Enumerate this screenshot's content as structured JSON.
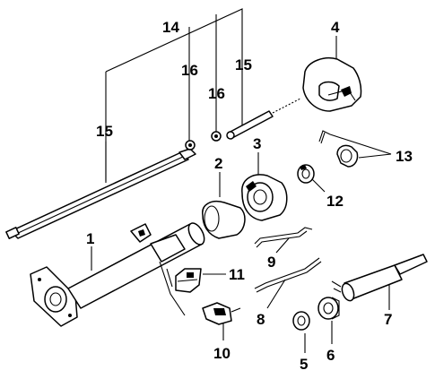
{
  "diagram": {
    "callouts": [
      {
        "id": "1",
        "text": "1"
      },
      {
        "id": "2",
        "text": "2"
      },
      {
        "id": "3",
        "text": "3"
      },
      {
        "id": "4",
        "text": "4"
      },
      {
        "id": "5",
        "text": "5"
      },
      {
        "id": "6",
        "text": "6"
      },
      {
        "id": "7",
        "text": "7"
      },
      {
        "id": "8",
        "text": "8"
      },
      {
        "id": "9",
        "text": "9"
      },
      {
        "id": "10",
        "text": "10"
      },
      {
        "id": "11",
        "text": "11"
      },
      {
        "id": "12",
        "text": "12"
      },
      {
        "id": "13",
        "text": "13"
      },
      {
        "id": "14",
        "text": "14"
      },
      {
        "id": "15a",
        "text": "15"
      },
      {
        "id": "15b",
        "text": "15"
      },
      {
        "id": "16a",
        "text": "16"
      },
      {
        "id": "16b",
        "text": "16"
      }
    ]
  }
}
